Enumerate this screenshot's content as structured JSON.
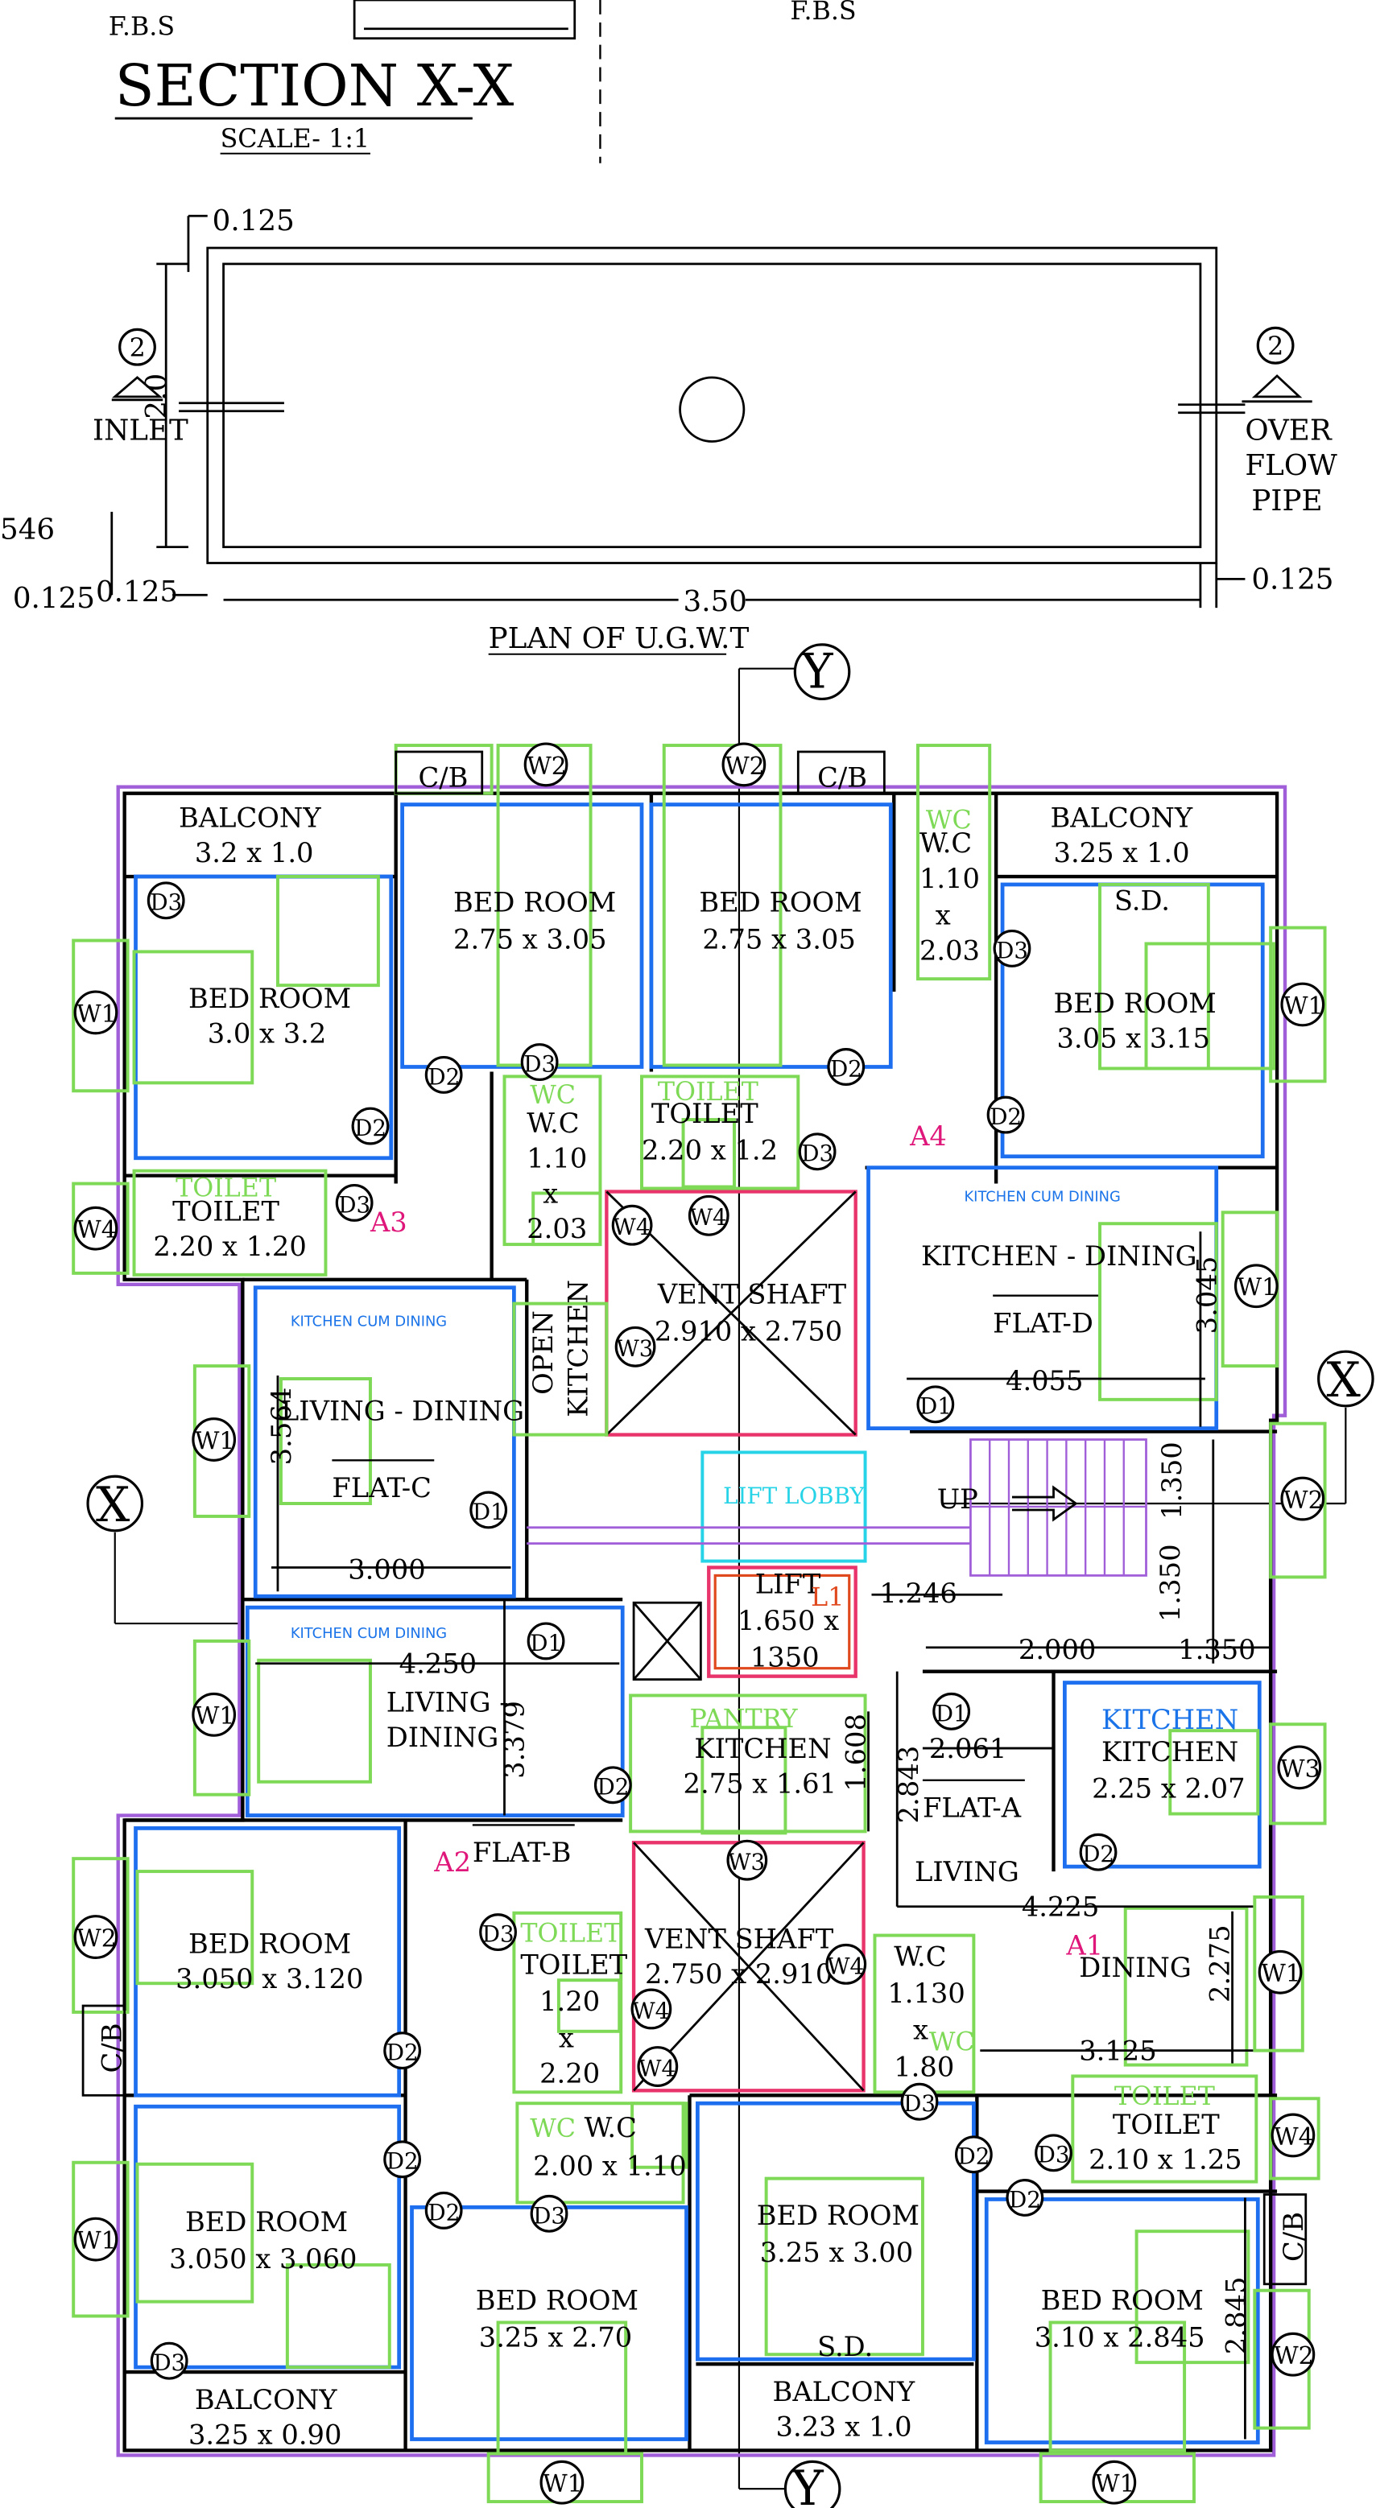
{
  "section": {
    "fbs_left": "F.B.S",
    "fbs_right": "F.B.S",
    "title": "SECTION X-X",
    "scale": "SCALE- 1:1"
  },
  "ugwt": {
    "title": "PLAN OF U.G.W.T",
    "dim_top": "0.125",
    "dim_height": "2.0",
    "dim_left_partial": "546",
    "dim_bottom_left_a": "0.125",
    "dim_bottom_left_b": "0.125",
    "dim_length": "3.50",
    "dim_bottom_right": "0.125",
    "inlet_tag": "2",
    "inlet_label": "INLET",
    "overflow_tag": "2",
    "overflow_label_1": "OVER",
    "overflow_label_2": "FLOW",
    "overflow_label_3": "PIPE"
  },
  "plan": {
    "axis_y_top": "Y",
    "axis_y_bottom": "Y",
    "axis_x_left": "X",
    "axis_x_right": "X",
    "rooms": {
      "balcony_nw": {
        "label": "BALCONY",
        "size": "3.2 x 1.0"
      },
      "bed_nw": {
        "label": "BED ROOM",
        "size": "3.0 x 3.2"
      },
      "bed_n1": {
        "label": "BED ROOM",
        "size": "2.75 x 3.05"
      },
      "bed_n2": {
        "label": "BED ROOM",
        "size": "2.75 x 3.05"
      },
      "wc_ne": {
        "tag": "WC",
        "label": "W.C",
        "size_1": "1.10",
        "size_2": "x",
        "size_3": "2.03"
      },
      "balcony_ne": {
        "label": "BALCONY",
        "size": "3.25 x 1.0"
      },
      "sd_ne": "S.D.",
      "bed_ne": {
        "label": "BED ROOM",
        "size": "3.05 x 3.15"
      },
      "wc_nc": {
        "tag": "WC",
        "label": "W.C",
        "size_1": "1.10",
        "size_2": "x",
        "size_3": "2.03"
      },
      "toilet_nc": {
        "tag": "TOILET",
        "label": "TOILET",
        "size": "2.20 x 1.2"
      },
      "toilet_nw": {
        "tag": "TOILET",
        "label": "TOILET",
        "size": "2.20 x 1.20"
      },
      "kitchen_c": {
        "tag": "KITCHEN CUM DINING",
        "label": "LIVING - DINING",
        "flat": "FLAT-C",
        "dim_v": "3.564",
        "dim_h": "3.000"
      },
      "open_kitchen": {
        "line_1": "OPEN",
        "line_2": "KITCHEN"
      },
      "vent_n": {
        "label": "VENT SHAFT",
        "size": "2.910 x 2.750"
      },
      "kitchen_d": {
        "tag": "KITCHEN CUM DINING",
        "label": "KITCHEN - DINING",
        "flat": "FLAT-D",
        "dim_v": "3.045",
        "dim_h": "4.055"
      },
      "lift_lobby": "LIFT LOBBY",
      "up": "UP",
      "lift": {
        "label": "LIFT",
        "tag": "L1",
        "size_1": "1.650 x",
        "size_2": "1350",
        "dim_side": "1.246"
      },
      "stair": {
        "dim_v1": "1.350",
        "dim_v2": "1.350",
        "dim_h1": "2.000",
        "dim_h2": "1.350"
      },
      "living_b": {
        "tag": "KITCHEN CUM DINING",
        "label_1": "LIVING -",
        "label_2": "DINING",
        "flat": "FLAT-B",
        "dim_h": "4.250",
        "dim_v": "3.379"
      },
      "kitchen_b": {
        "tag": "PANTRY",
        "label": "KITCHEN",
        "size": "2.75 x 1.61",
        "dim_v": "1.608"
      },
      "kitchen_a": {
        "tag": "KITCHEN",
        "label": "KITCHEN",
        "size": "2.25 x 2.07",
        "dim_h": "2.061",
        "dim_v": "2.843"
      },
      "flat_a": "FLAT-A",
      "living_a": {
        "label_1": "LIVING",
        "label_2": "DINING",
        "dim_h1": "4.225",
        "dim_h2": "3.125",
        "dim_v": "2.275"
      },
      "bed_sw1": {
        "label": "BED ROOM",
        "size": "3.050 x 3.120"
      },
      "toilet_b": {
        "tag": "TOILET",
        "label": "TOILET",
        "size_1": "1.20",
        "size_2": "x",
        "size_3": "2.20"
      },
      "vent_s": {
        "label": "VENT SHAFT",
        "size": "2.750 x 2.910"
      },
      "wc_a": {
        "tag": "WC",
        "label": "W.C",
        "size_1": "1.130",
        "size_2": "x",
        "size_3": "1.80"
      },
      "toilet_se": {
        "tag": "TOILET",
        "label": "TOILET",
        "size": "2.10 x 1.25"
      },
      "wc_sc": {
        "tag": "WC",
        "label": "W.C",
        "size": "2.00 x 1.10"
      },
      "bed_sw2": {
        "label": "BED ROOM",
        "size": "3.050 x 3.060"
      },
      "balcony_sw": {
        "label": "BALCONY",
        "size": "3.25 x 0.90"
      },
      "bed_sc1": {
        "label": "BED ROOM",
        "size": "3.25 x 2.70"
      },
      "bed_sc2": {
        "label": "BED ROOM",
        "size": "3.25 x 3.00"
      },
      "sd_s": "S.D.",
      "balcony_s": {
        "label": "BALCONY",
        "size": "3.23 x 1.0"
      },
      "bed_se": {
        "label": "BED ROOM",
        "size": "3.10 x 2.845",
        "dim_v": "2.845"
      }
    },
    "flat_tags": {
      "a1": "A1",
      "a2": "A2",
      "a3": "A3",
      "a4": "A4"
    },
    "cb_tags": [
      "C/B",
      "C/B",
      "C/B",
      "C/B"
    ],
    "openings": {
      "w1": "W1",
      "w2": "W2",
      "w3": "W3",
      "w4": "W4",
      "d1": "D1",
      "d2": "D2",
      "d3": "D3"
    }
  },
  "colors": {
    "wall": "#000000",
    "room_outline": "#1e6ff0",
    "furniture": "#7ed957",
    "boundary": "#a05fd8",
    "core": "#e8336b",
    "lift_lobby": "#27d3e6",
    "flat_tag": "#e0177a"
  }
}
